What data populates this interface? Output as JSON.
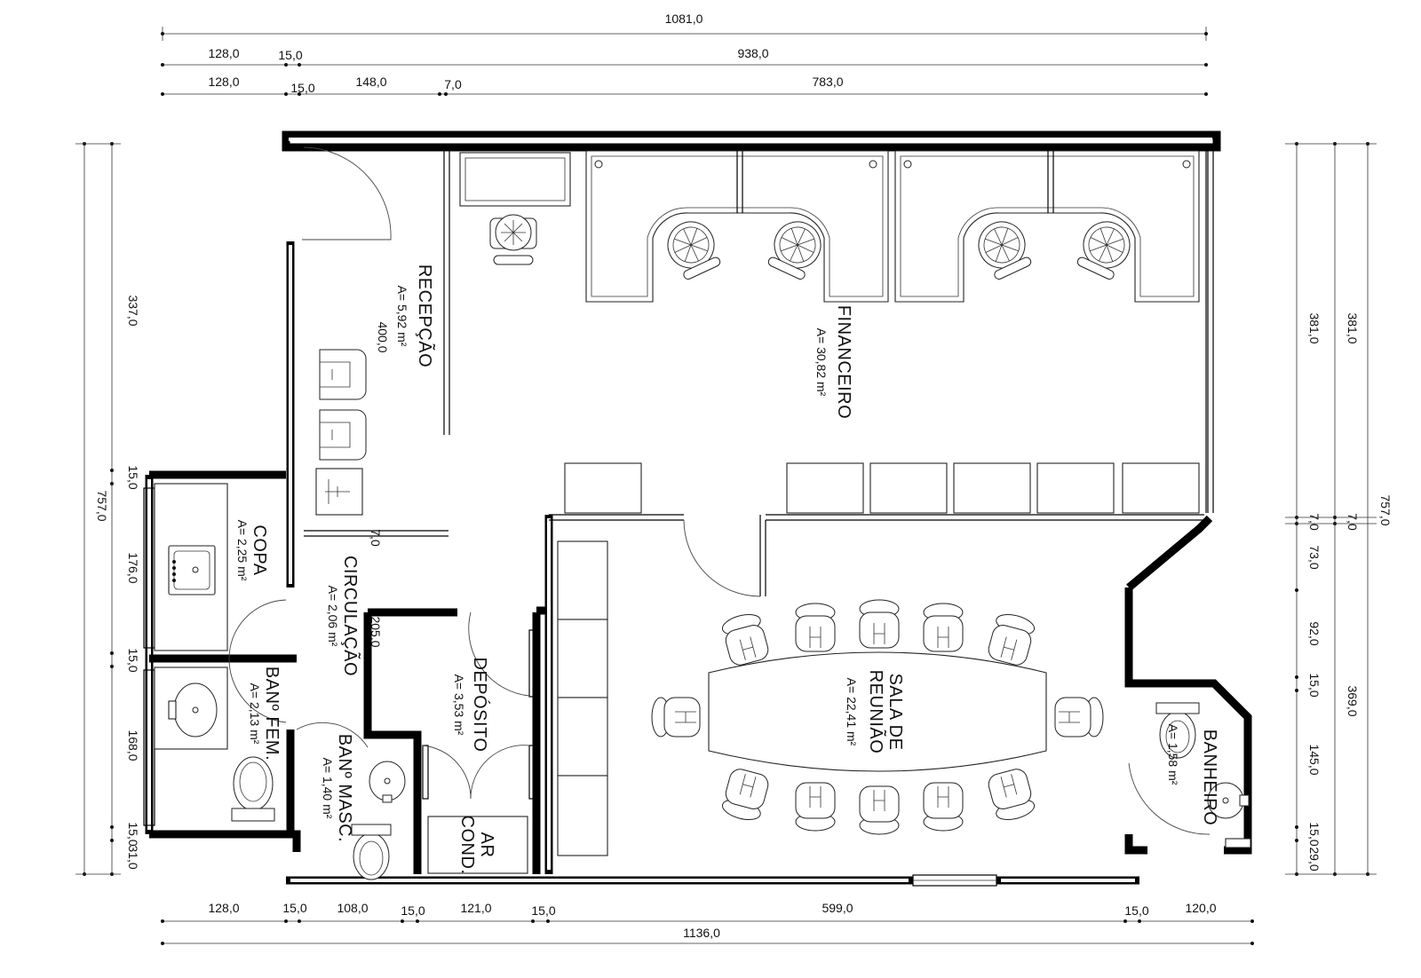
{
  "dimensions": {
    "top": [
      "1081,0",
      "128,0",
      "15,0",
      "938,0",
      "128,0",
      "15,0",
      "148,0",
      "7,0",
      "783,0"
    ],
    "bottom": [
      "128,0",
      "15,0",
      "108,0",
      "15,0",
      "121,0",
      "15,0",
      "599,0",
      "15,0",
      "120,0",
      "1136,0"
    ],
    "left": [
      "337,0",
      "757,0",
      "15,0",
      "176,0",
      "15,0",
      "168,0",
      "15,0",
      "31,0"
    ],
    "right": [
      "381,0",
      "381,0",
      "757,0",
      "7,0",
      "7,0",
      "73,0",
      "92,0",
      "369,0",
      "15,0",
      "145,0",
      "15,0",
      "29,0"
    ],
    "inner": [
      "400,0",
      "7,0",
      "205,0"
    ]
  },
  "rooms": {
    "recepcao": {
      "name": "RECEPÇÃO",
      "area": "A= 5,92 m²"
    },
    "financeiro": {
      "name": "FINANCEIRO",
      "area": "A= 30,82 m²"
    },
    "copa": {
      "name": "COPA",
      "area": "A= 2,25 m²"
    },
    "circulacao": {
      "name": "CIRCULAÇÃO",
      "area": "A= 2,06 m²"
    },
    "deposito": {
      "name": "DEPÓSITO",
      "area": "A= 3,53 m²"
    },
    "sala_reuniao": {
      "name_line1": "SALA DE",
      "name_line2": "REUNIÃO",
      "area": "A= 22,41 m²"
    },
    "ban_fem": {
      "name": "BANº FEM.",
      "area": "A= 2,13 m²"
    },
    "ban_masc": {
      "name": "BANº MASC.",
      "area": "A= 1,40 m²"
    },
    "banheiro": {
      "name": "BANHEIRO",
      "area": "A= 1,58 m²"
    },
    "ar_cond": {
      "line1": "AR",
      "line2": "COND."
    }
  }
}
